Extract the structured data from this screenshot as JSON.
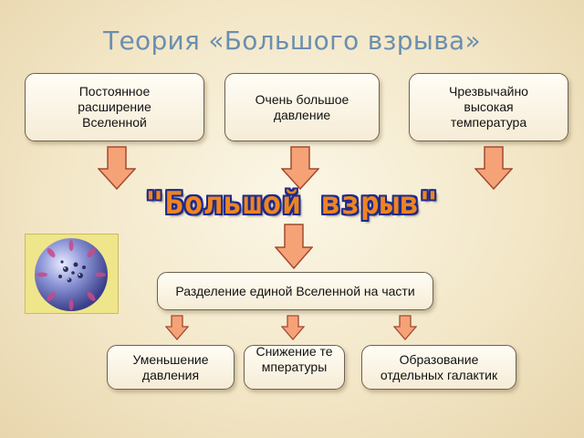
{
  "title": "Теория «Большого взрыва»",
  "causes": [
    {
      "label": "Постоянное расширение Вселенной"
    },
    {
      "label": "Очень большое давление"
    },
    {
      "label": "Чрезвычайно высокая температура"
    }
  ],
  "big_bang_label": "\"Большой взрыв\"",
  "division": {
    "label": "Разделение единой Вселенной на части"
  },
  "consequences": [
    {
      "label": "Уменьшение давления"
    },
    {
      "label": "Снижение температуры"
    },
    {
      "label": "Образование отдельных галактик"
    }
  ],
  "colors": {
    "title": "#6b8fae",
    "arrow_fill": "#f5a277",
    "arrow_stroke": "#a24a32",
    "bang_fill": "#ee8421",
    "bang_outline": "#1d2a8c"
  }
}
